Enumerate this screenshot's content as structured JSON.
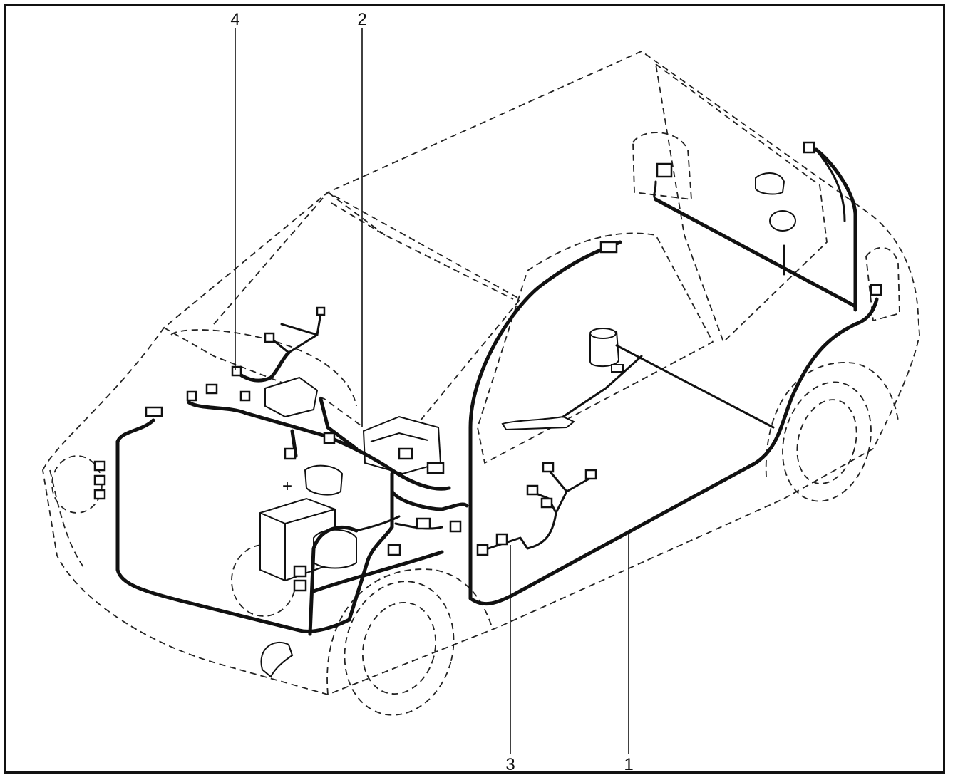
{
  "diagram": {
    "callouts": [
      {
        "id": "1",
        "label": "1"
      },
      {
        "id": "2",
        "label": "2"
      },
      {
        "id": "3",
        "label": "3"
      },
      {
        "id": "4",
        "label": "4"
      }
    ],
    "battery_terminal": "+"
  }
}
